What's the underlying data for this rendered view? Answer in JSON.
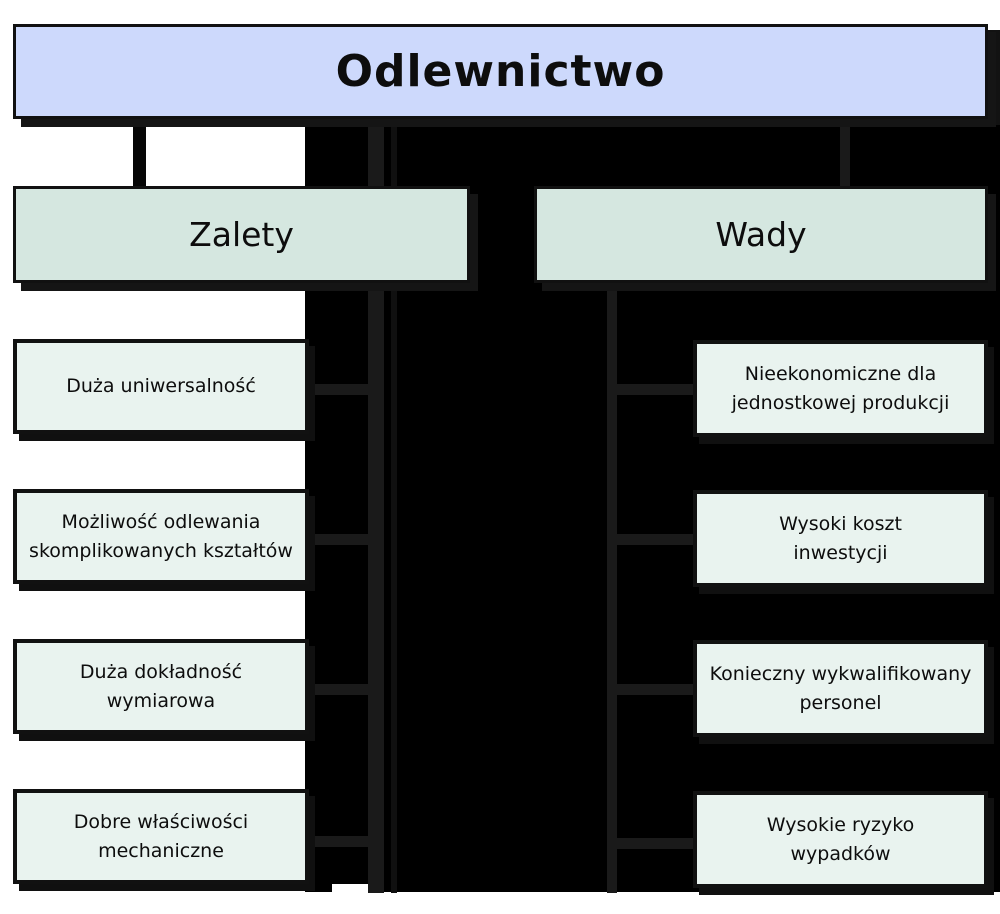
{
  "diagram": {
    "title": "Odlewnictwo",
    "branches": [
      {
        "label": "Zalety",
        "items": [
          "Duża uniwersalność",
          "Możliwość odlewania\nskomplikowanych kształtów",
          "Duża dokładność\nwymiarowa",
          "Dobre właściwości\nmechaniczne"
        ]
      },
      {
        "label": "Wady",
        "items": [
          "Nieekonomiczne dla\njednostkowej produkcji",
          "Wysoki koszt\ninwestycji",
          "Konieczny wykwalifikowany\npersonel",
          "Wysokie ryzyko\nwypadków"
        ]
      }
    ]
  },
  "colors": {
    "page": "#ffffff",
    "backdrop": "#000000",
    "seam": "#1a1a1a",
    "root_fill": "#cdd9fc",
    "branch_fill": "#d5e7e0",
    "item_fill": "#e9f3ef",
    "border": "#111111",
    "shadow": "#151515",
    "text": "#0d0d0d"
  }
}
